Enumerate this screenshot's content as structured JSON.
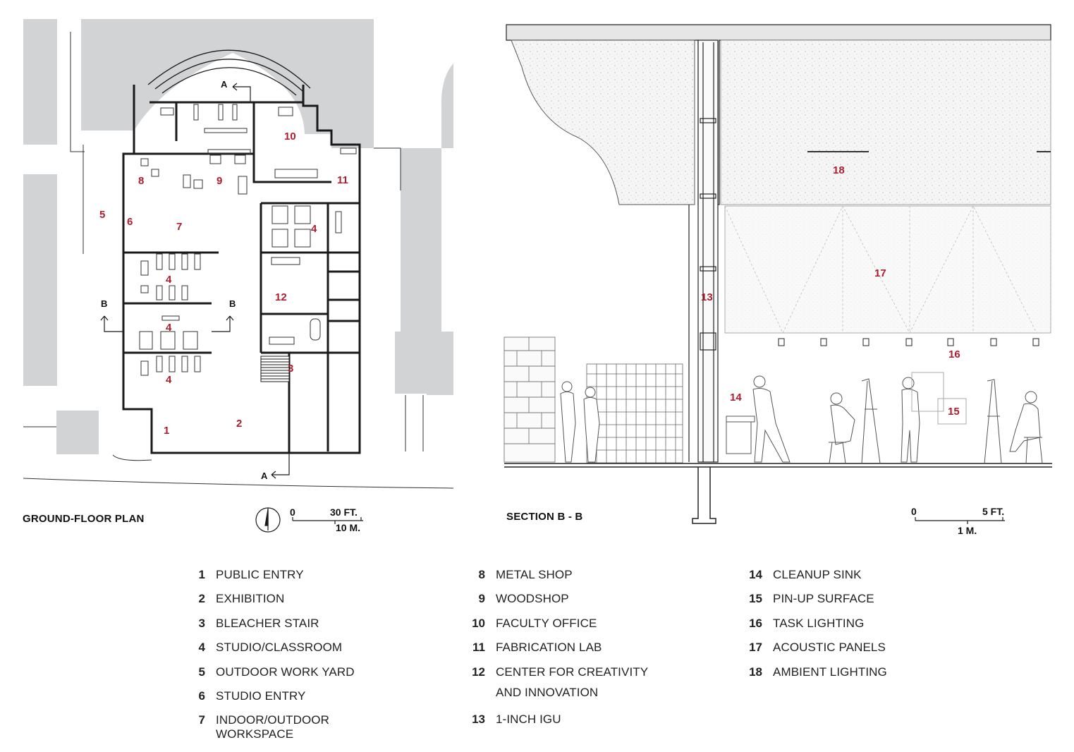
{
  "plan": {
    "caption": "GROUND-FLOOR PLAN",
    "scale": {
      "zero": "0",
      "feet": "30 FT.",
      "meters": "10 M."
    },
    "section_marks": {
      "a": "A",
      "b": "B"
    },
    "room_tags": [
      {
        "id": "t1",
        "text": "1"
      },
      {
        "id": "t2",
        "text": "2"
      },
      {
        "id": "t3",
        "text": "3"
      },
      {
        "id": "t4a",
        "text": "4"
      },
      {
        "id": "t4b",
        "text": "4"
      },
      {
        "id": "t4c",
        "text": "4"
      },
      {
        "id": "t4d",
        "text": "4"
      },
      {
        "id": "t5",
        "text": "5"
      },
      {
        "id": "t6",
        "text": "6"
      },
      {
        "id": "t7",
        "text": "7"
      },
      {
        "id": "t8",
        "text": "8"
      },
      {
        "id": "t9",
        "text": "9"
      },
      {
        "id": "t10",
        "text": "10"
      },
      {
        "id": "t11",
        "text": "11"
      },
      {
        "id": "t12",
        "text": "12"
      }
    ]
  },
  "section": {
    "caption": "SECTION B - B",
    "scale": {
      "zero": "0",
      "feet": "5 FT.",
      "meters": "1 M."
    },
    "tags": [
      {
        "id": "s13",
        "text": "13"
      },
      {
        "id": "s14",
        "text": "14"
      },
      {
        "id": "s15",
        "text": "15"
      },
      {
        "id": "s16",
        "text": "16"
      },
      {
        "id": "s17",
        "text": "17"
      },
      {
        "id": "s18",
        "text": "18"
      }
    ]
  },
  "legend": {
    "columns": [
      [
        {
          "num": "1",
          "label": "PUBLIC ENTRY"
        },
        {
          "num": "2",
          "label": "EXHIBITION"
        },
        {
          "num": "3",
          "label": "BLEACHER STAIR"
        },
        {
          "num": "4",
          "label": "STUDIO/CLASSROOM"
        },
        {
          "num": "5",
          "label": "OUTDOOR WORK YARD"
        },
        {
          "num": "6",
          "label": "STUDIO ENTRY"
        },
        {
          "num": "7",
          "label": "INDOOR/OUTDOOR WORKSPACE"
        }
      ],
      [
        {
          "num": "8",
          "label": "METAL SHOP"
        },
        {
          "num": "9",
          "label": "WOODSHOP"
        },
        {
          "num": "10",
          "label": "FACULTY OFFICE"
        },
        {
          "num": "11",
          "label": "FABRICATION LAB"
        },
        {
          "num": "12",
          "label": "CENTER FOR CREATIVITY AND INNOVATION"
        },
        {
          "num": "13",
          "label": "1-INCH IGU"
        }
      ],
      [
        {
          "num": "14",
          "label": "CLEANUP SINK"
        },
        {
          "num": "15",
          "label": "PIN-UP SURFACE"
        },
        {
          "num": "16",
          "label": "TASK LIGHTING"
        },
        {
          "num": "17",
          "label": "ACOUSTIC PANELS"
        },
        {
          "num": "18",
          "label": "AMBIENT LIGHTING"
        }
      ]
    ]
  },
  "colors": {
    "tag": "#b01c2e",
    "site_gray": "#d2d3d5",
    "line": "#1a1a1a"
  }
}
